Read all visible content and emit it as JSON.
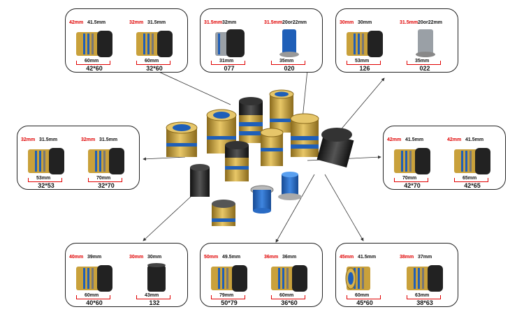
{
  "colors": {
    "brass": "#c9a13b",
    "brassDark": "#8a6a1c",
    "blue": "#1f5fb8",
    "black": "#222222",
    "red": "#e00000",
    "silver": "#9aa0a6"
  },
  "panels": [
    {
      "id": "top-left",
      "items": [
        {
          "caption": "42*60",
          "dia_red": "42mm",
          "dia_blk": "41.5mm",
          "len": "60mm",
          "type": "brass-black"
        },
        {
          "caption": "32*60",
          "dia_red": "32mm",
          "dia_blk": "31.5mm",
          "len": "60mm",
          "type": "brass-black"
        }
      ]
    },
    {
      "id": "top-center",
      "items": [
        {
          "caption": "077",
          "dia_red": "31.5mm",
          "dia_blk": "32mm",
          "len": "31mm",
          "type": "silver-black"
        },
        {
          "caption": "020",
          "dia_red": "31.5mm",
          "dia_blk": "20or22mm",
          "len": "35mm",
          "type": "blue"
        }
      ]
    },
    {
      "id": "top-right",
      "items": [
        {
          "caption": "126",
          "dia_red": "30mm",
          "dia_blk": "30mm",
          "len": "53mm",
          "type": "brass-black"
        },
        {
          "caption": "022",
          "dia_red": "31.5mm",
          "dia_blk": "20or22mm",
          "len": "35mm",
          "type": "silver"
        }
      ]
    },
    {
      "id": "mid-left",
      "items": [
        {
          "caption": "32*53",
          "dia_red": "32mm",
          "dia_blk": "31.5mm",
          "len": "53mm",
          "type": "brass-black"
        },
        {
          "caption": "32*70",
          "dia_red": "32mm",
          "dia_blk": "31.5mm",
          "len": "70mm",
          "type": "brass-black"
        }
      ]
    },
    {
      "id": "mid-right",
      "items": [
        {
          "caption": "42*70",
          "dia_red": "42mm",
          "dia_blk": "41.5mm",
          "len": "70mm",
          "type": "brass-black"
        },
        {
          "caption": "42*65",
          "dia_red": "42mm",
          "dia_blk": "41.5mm",
          "len": "65mm",
          "type": "brass-black"
        }
      ]
    },
    {
      "id": "bottom-left",
      "items": [
        {
          "caption": "40*60",
          "dia_red": "40mm",
          "dia_blk": "39mm",
          "len": "60mm",
          "type": "brass-black"
        },
        {
          "caption": "132",
          "dia_red": "30mm",
          "dia_blk": "30mm",
          "len": "43mm",
          "type": "black"
        }
      ]
    },
    {
      "id": "bottom-center",
      "items": [
        {
          "caption": "50*79",
          "dia_red": "50mm",
          "dia_blk": "49.5mm",
          "len": "79mm",
          "type": "brass-black"
        },
        {
          "caption": "36*60",
          "dia_red": "36mm",
          "dia_blk": "36mm",
          "len": "60mm",
          "type": "brass-black"
        }
      ]
    },
    {
      "id": "bottom-right",
      "items": [
        {
          "caption": "45*60",
          "dia_red": "45mm",
          "dia_blk": "41.5mm",
          "len": "60mm",
          "type": "brass"
        },
        {
          "caption": "38*63",
          "dia_red": "38mm",
          "dia_blk": "37mm",
          "len": "63mm",
          "type": "brass-black"
        }
      ]
    }
  ]
}
